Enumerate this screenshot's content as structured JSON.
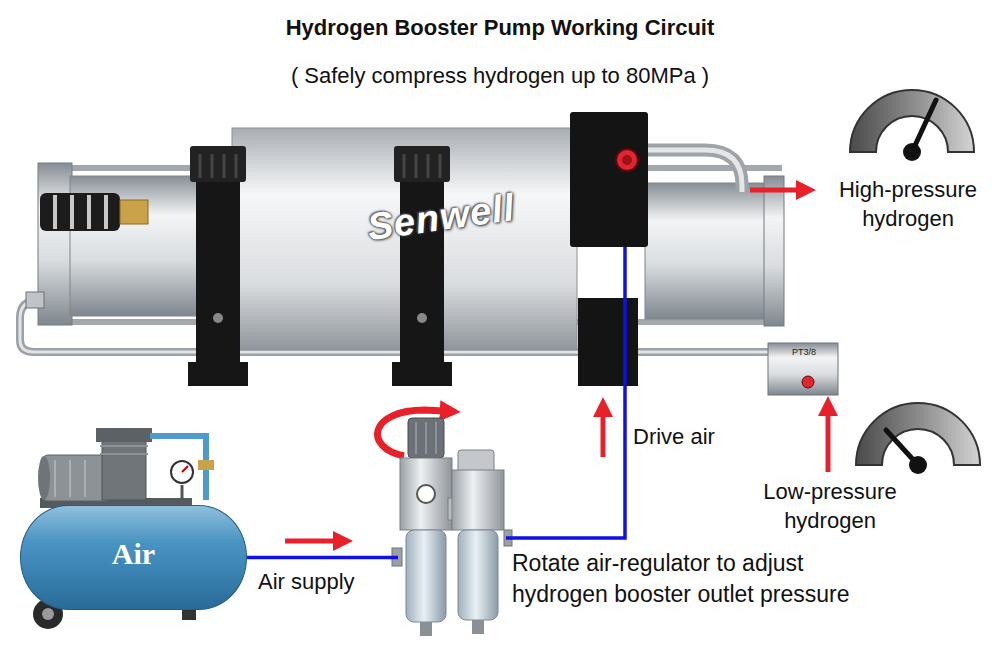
{
  "diagram": {
    "title": "Hydrogen Booster Pump Working Circuit",
    "nodes": [
      {
        "text": [
          "Senwell"
        ]
      },
      {
        "text": [
          "Air"
        ]
      },
      {
        "text": [
          "Rotate air-regulator to adjust hydrogen booster outlet pressure"
        ]
      }
    ],
    "edges": [
      {
        "from": 1,
        "to": 2,
        "label": "Air supply",
        "arrow": "to"
      },
      {
        "from": 2,
        "to": 0,
        "label": "Drive air",
        "arrow": "to"
      }
    ],
    "labels": [
      "( Safely compress hydrogen up to 80MPa )",
      "High-pressure hydrogen",
      "Low-pressure hydrogen",
      "PT3/8"
    ]
  }
}
